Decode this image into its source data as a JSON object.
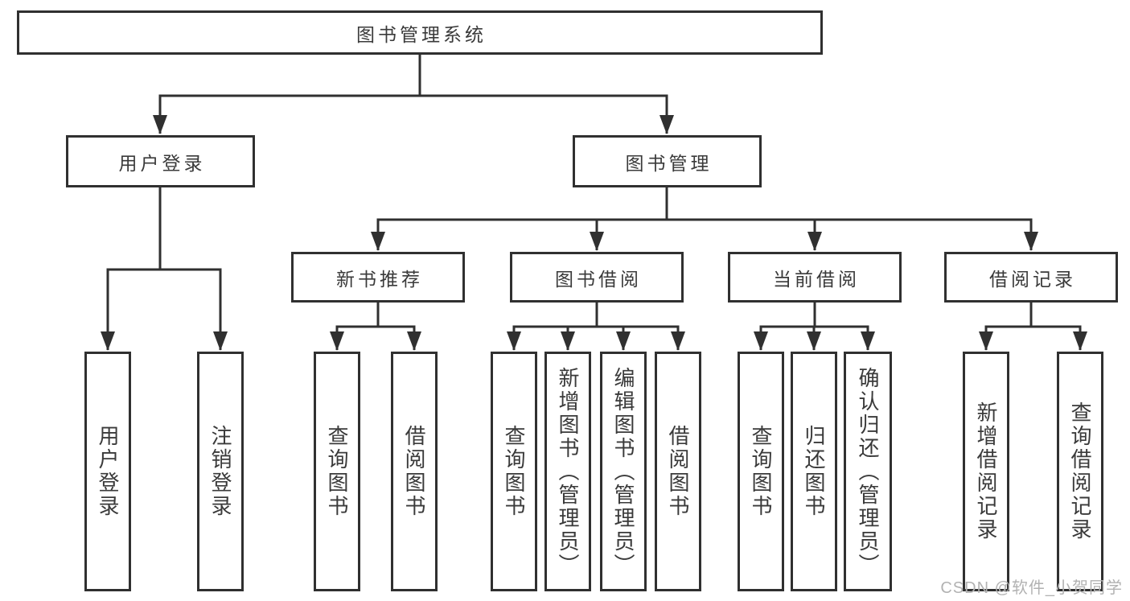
{
  "colors": {
    "background": "#ffffff",
    "line": "#303030",
    "border": "#303030",
    "text": "#3a3a3a",
    "watermark": "#b2b2b2"
  },
  "nodes": {
    "root": "图书管理系统",
    "user_login": "用户登录",
    "book_management": "图书管理",
    "new_book_recommend": "新书推荐",
    "book_borrowing": "图书借阅",
    "current_borrowing": "当前借阅",
    "borrowing_records": "借阅记录",
    "leaf_user_login": "用户登录",
    "leaf_logout_login": "注销登录",
    "leaf_recommend_query_book": "查询图书",
    "leaf_recommend_borrow_book": "借阅图书",
    "leaf_borrowing_query_book": "查询图书",
    "leaf_borrowing_add_book_admin": "新增图书（管理员）",
    "leaf_borrowing_edit_book_admin": "编辑图书（管理员）",
    "leaf_borrowing_borrow_book": "借阅图书",
    "leaf_current_query_book": "查询图书",
    "leaf_current_return_book": "归还图书",
    "leaf_current_confirm_return_admin": "确认归还（管理员）",
    "leaf_records_add_record": "新增借阅记录",
    "leaf_records_query_record": "查询借阅记录"
  },
  "hierarchy": {
    "图书管理系统": {
      "用户登录": [
        "用户登录",
        "注销登录"
      ],
      "图书管理": {
        "新书推荐": [
          "查询图书",
          "借阅图书"
        ],
        "图书借阅": [
          "查询图书",
          "新增图书（管理员）",
          "编辑图书（管理员）",
          "借阅图书"
        ],
        "当前借阅": [
          "查询图书",
          "归还图书",
          "确认归还（管理员）"
        ],
        "借阅记录": [
          "新增借阅记录",
          "查询借阅记录"
        ]
      }
    }
  },
  "watermark": "CSDN @软件_小贺同学"
}
